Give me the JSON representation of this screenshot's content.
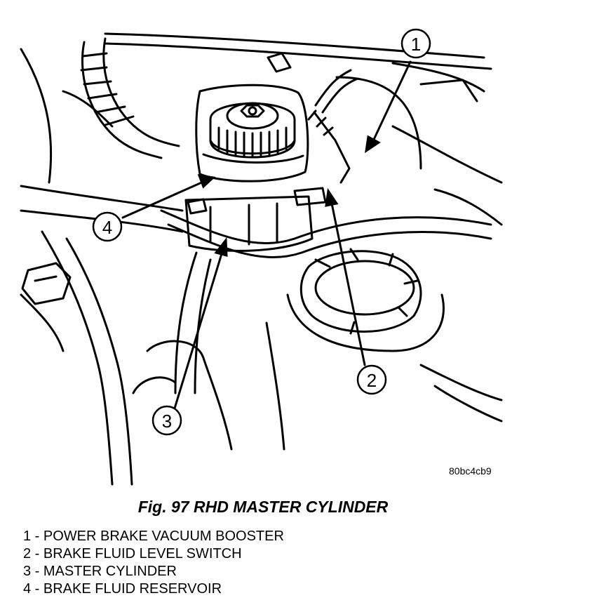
{
  "figure": {
    "image_code": "80bc4cb9",
    "caption": "Fig. 97 RHD MASTER CYLINDER",
    "callouts": [
      "1",
      "2",
      "3",
      "4"
    ],
    "legend": [
      "1 - POWER BRAKE VACUUM BOOSTER",
      "2 - BRAKE FLUID LEVEL SWITCH",
      "3 - MASTER CYLINDER",
      "4 - BRAKE FLUID RESERVOIR"
    ]
  }
}
